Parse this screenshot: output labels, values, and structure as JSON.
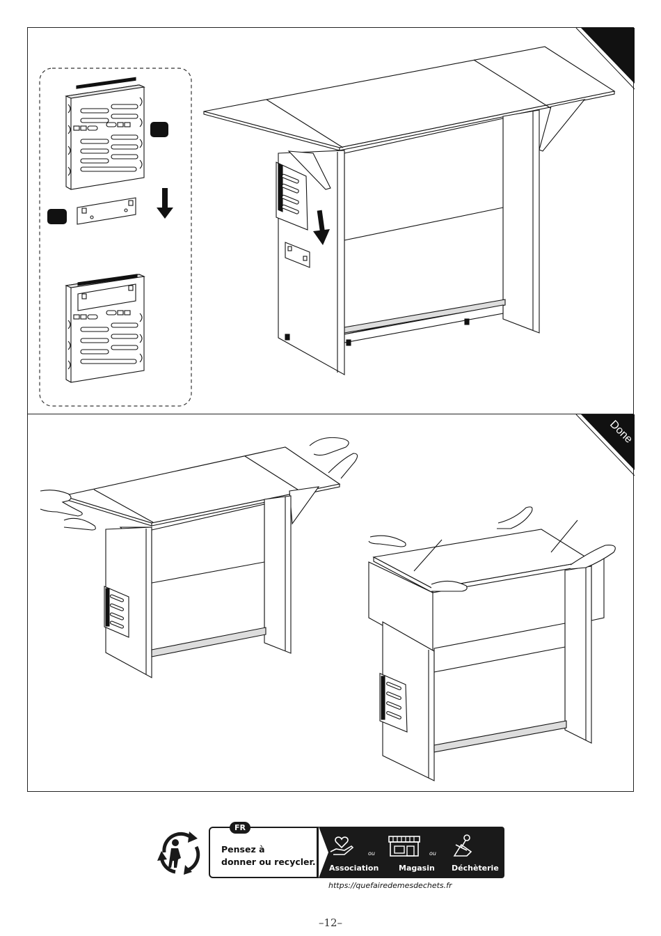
{
  "steps": {
    "bottom_corner_label": "Done"
  },
  "recycling": {
    "country_badge": "FR",
    "message_line1": "Pensez à",
    "message_line2": "donner ou recycler.",
    "or_word": "ou",
    "categories": [
      "Association",
      "Magasin",
      "Déchèterie"
    ],
    "url": "https://quefairedemesdechets.fr"
  },
  "footer": {
    "page_number": "–12–"
  },
  "colors": {
    "ink": "#1a1a1a",
    "paper": "#ffffff"
  }
}
